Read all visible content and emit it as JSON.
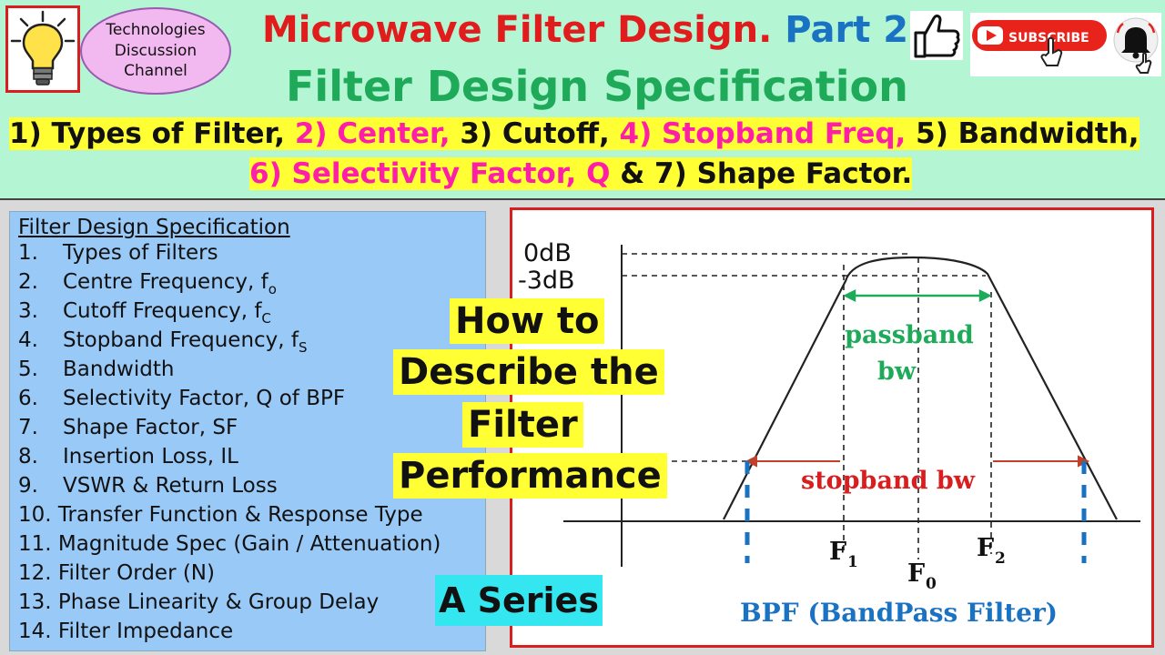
{
  "channel": {
    "line1": "Technologies",
    "line2": "Discussion",
    "line3": "Channel"
  },
  "header": {
    "title": "Microwave Filter Design.",
    "part": "Part 2",
    "subtitle": "Filter Design Specification",
    "subscribe_label": "SUBSCRIBE"
  },
  "topics": {
    "t1": "1) Types of Filter,",
    "t2": "2) Center,",
    "t3": "3) Cutoff,",
    "t4": "4) Stopband Freq,",
    "t5": "5) Bandwidth,",
    "t6": "6) Selectivity Factor, Q",
    "t7": "& 7) Shape Factor."
  },
  "spec": {
    "heading": "Filter Design Specification",
    "items": [
      {
        "num": "1.",
        "text": "Types of Filters",
        "sub": ""
      },
      {
        "num": "2.",
        "text": "Centre Frequency, f",
        "sub": "o"
      },
      {
        "num": "3.",
        "text": "Cutoff Frequency, f",
        "sub": "C"
      },
      {
        "num": "4.",
        "text": "Stopband Frequency, f",
        "sub": "S"
      },
      {
        "num": "5.",
        "text": "Bandwidth",
        "sub": ""
      },
      {
        "num": "6.",
        "text": "Selectivity Factor, Q of BPF",
        "sub": ""
      },
      {
        "num": "7.",
        "text": "Shape Factor, SF",
        "sub": ""
      },
      {
        "num": "8.",
        "text": "Insertion Loss, IL",
        "sub": ""
      },
      {
        "num": "9.",
        "text": "VSWR & Return Loss",
        "sub": ""
      },
      {
        "num": "10.",
        "text": "Transfer Function & Response Type",
        "sub": ""
      },
      {
        "num": "11.",
        "text": "Magnitude Spec (Gain / Attenuation)",
        "sub": ""
      },
      {
        "num": "12.",
        "text": "Filter Order (N)",
        "sub": ""
      },
      {
        "num": "13.",
        "text": "Phase Linearity & Group Delay",
        "sub": ""
      },
      {
        "num": "14.",
        "text": "Filter Impedance",
        "sub": ""
      }
    ]
  },
  "overlay": {
    "line1": "How to",
    "line2": "Describe the",
    "line3": "Filter",
    "line4": "Performance",
    "series": "A Series"
  },
  "diagram": {
    "label_0db": "0dB",
    "label_3db": "-3dB",
    "passband_line1": "passband",
    "passband_line2": "bw",
    "stopband": "stopband bw",
    "f1": "F",
    "f1_sub": "1",
    "f0": "F",
    "f0_sub": "0",
    "f2": "F",
    "f2_sub": "2",
    "caption": "BPF (BandPass Filter)",
    "colors": {
      "passband": "#1faa5a",
      "stopband": "#d81e1e",
      "markers": "#1a72c2",
      "caption": "#1a72c2"
    }
  }
}
